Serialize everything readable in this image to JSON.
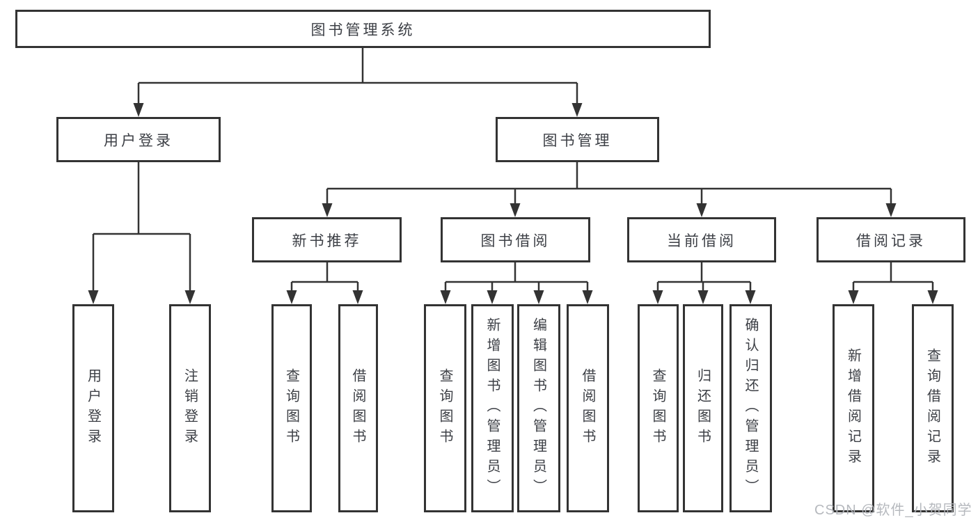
{
  "tree": {
    "root": "图书管理系统",
    "children": [
      {
        "label": "用户登录",
        "children": [
          "用户登录",
          "注销登录"
        ]
      },
      {
        "label": "图书管理",
        "children": [
          {
            "label": "新书推荐",
            "children": [
              "查询图书",
              "借阅图书"
            ]
          },
          {
            "label": "图书借阅",
            "children": [
              "查询图书",
              "新增图书（管理员）",
              "编辑图书（管理员）",
              "借阅图书"
            ]
          },
          {
            "label": "当前借阅",
            "children": [
              "查询图书",
              "归还图书",
              "确认归还（管理员）"
            ]
          },
          {
            "label": "借阅记录",
            "children": [
              "新增借阅记录",
              "查询借阅记录"
            ]
          }
        ]
      }
    ]
  },
  "watermark": {
    "text": "CSDN @软件_小贺同学"
  },
  "colors": {
    "stroke": "#333333",
    "text": "#3c3f45",
    "background": "#ffffff",
    "watermark": "#b2b5bb"
  }
}
